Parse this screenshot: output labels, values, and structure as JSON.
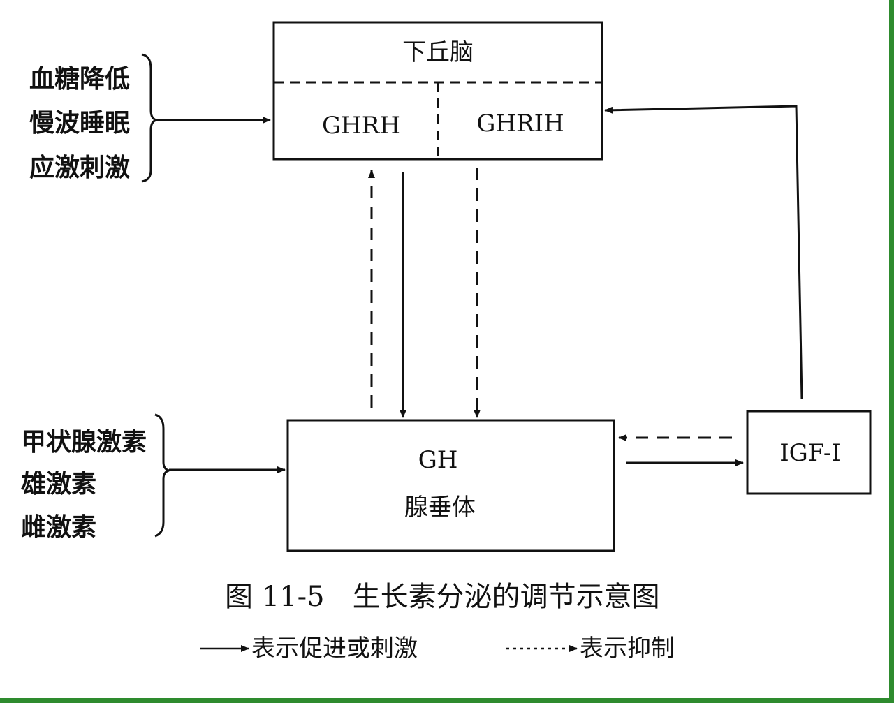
{
  "hypothalamus": {
    "title": "下丘脑",
    "left_label": "GHRH",
    "right_label": "GHRIH"
  },
  "pituitary": {
    "hormone": "GH",
    "name": "腺垂体"
  },
  "igf": {
    "label": "IGF-I"
  },
  "stimuli_top": [
    "血糖降低",
    "慢波睡眠",
    "应激刺激"
  ],
  "stimuli_bottom": [
    "甲状腺激素",
    "雄激素",
    "雌激素"
  ],
  "caption": "图 11-5　生长素分泌的调节示意图",
  "legend": {
    "solid": "表示促进或刺激",
    "dashed": "表示抑制"
  },
  "colors": {
    "ink": "#111111",
    "frame": "#2e8b2e",
    "background": "#ffffff"
  }
}
